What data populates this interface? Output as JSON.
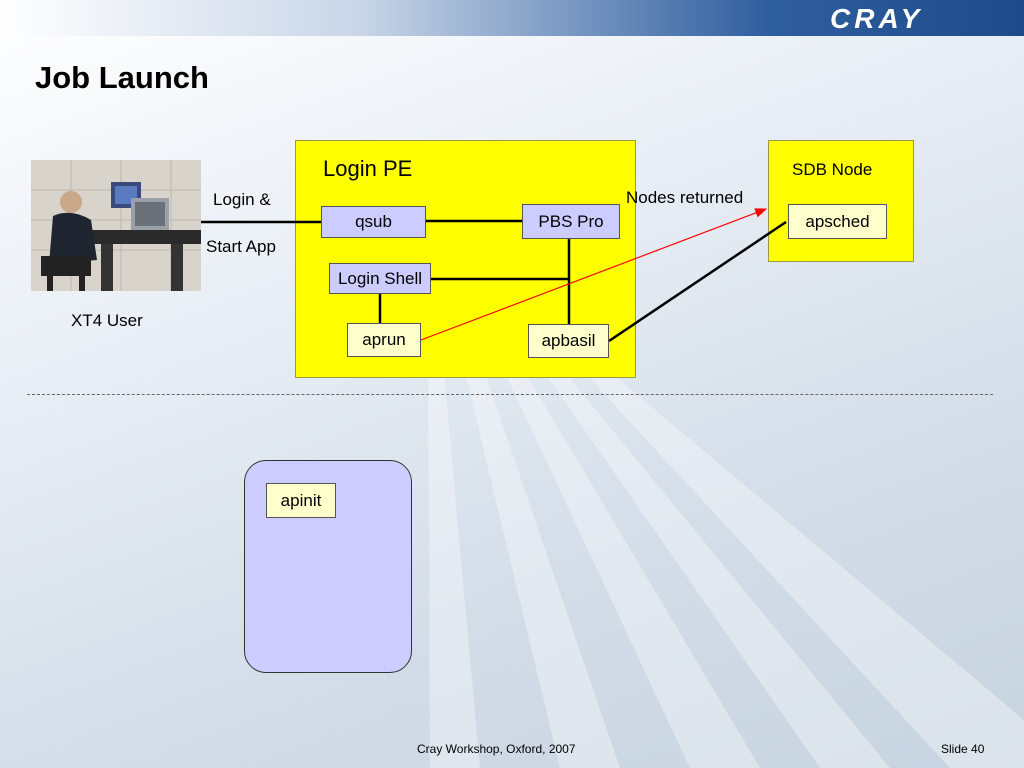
{
  "title": "Job Launch",
  "logo_text": "CRAY",
  "user": {
    "label": "XT4 User"
  },
  "links": {
    "login_line1": "Login &",
    "login_line2": "Start App",
    "nodes_returned": "Nodes returned"
  },
  "login_pe": {
    "title": "Login PE",
    "qsub": "qsub",
    "pbs": "PBS Pro",
    "login_shell": "Login Shell",
    "aprun": "aprun",
    "apbasil": "apbasil"
  },
  "sdb": {
    "title": "SDB Node",
    "apsched": "apsched"
  },
  "compute": {
    "apinit": "apinit"
  },
  "footer": {
    "center": "Cray Workshop, Oxford, 2007",
    "slide": "Slide 40"
  },
  "colors": {
    "yellow_box": "#ffff00",
    "blue_box": "#ccccff",
    "cream_box": "#ffffcc",
    "arrow": "#ff0000"
  }
}
